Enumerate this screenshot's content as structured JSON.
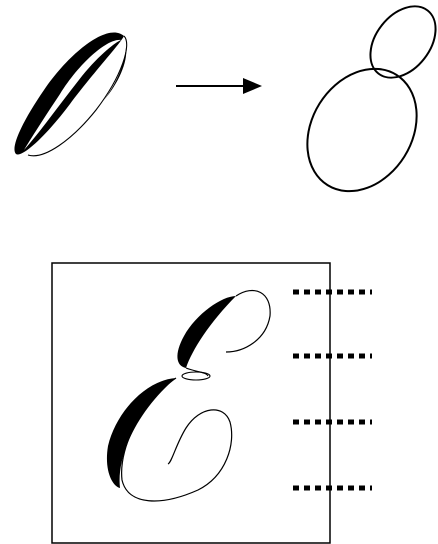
{
  "diagram": {
    "top_row": {
      "elements": [
        "calligraphy-oval-stroke",
        "arrow-right-icon",
        "two-overlapping-ovals-outline"
      ]
    },
    "bottom_panel": {
      "elements": [
        "calligraphy-letter-e",
        "guide-dotted-line-1",
        "guide-dotted-line-2",
        "guide-dotted-line-3",
        "guide-dotted-line-4"
      ],
      "guide_line_count": 4
    },
    "colors": {
      "ink": "#000000",
      "background": "#ffffff"
    }
  }
}
